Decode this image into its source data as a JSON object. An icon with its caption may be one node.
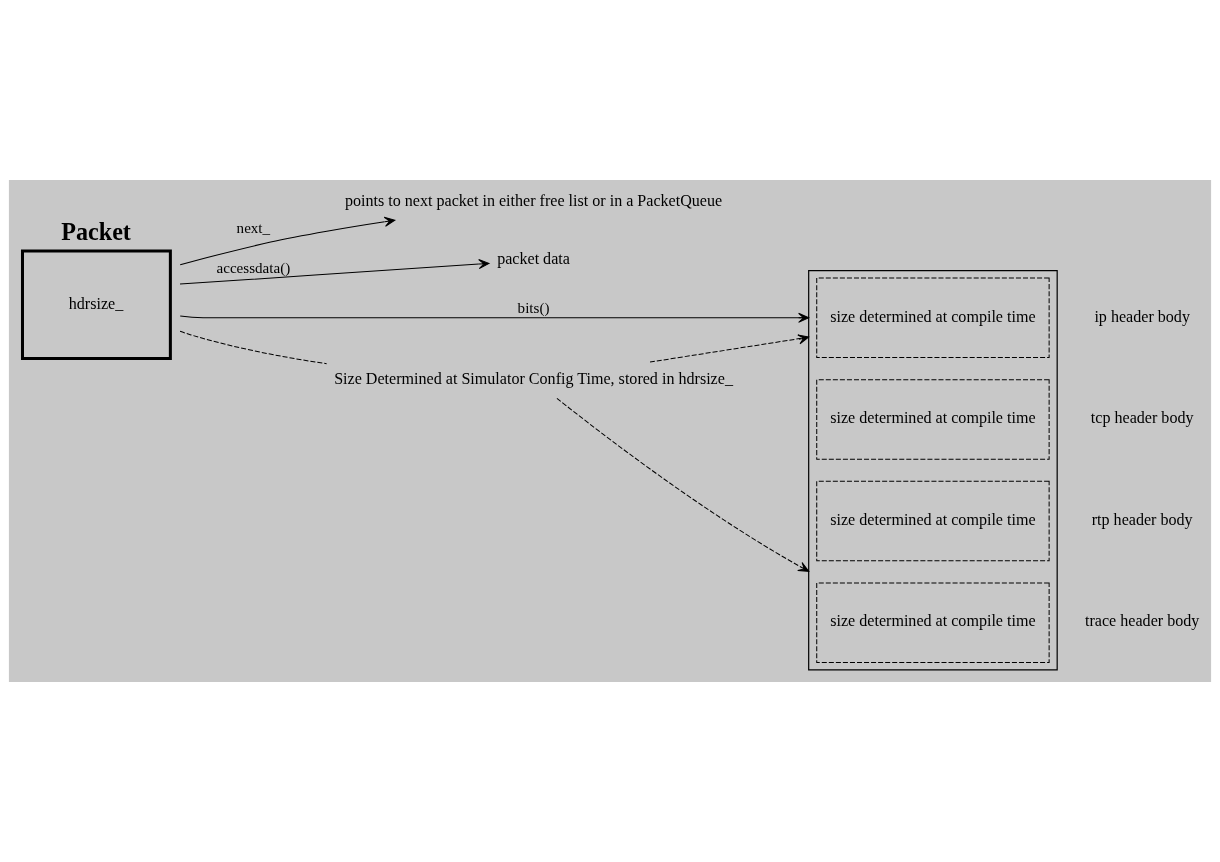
{
  "diagram": {
    "nodes": [
      {
        "text": [
          "Packet",
          "hdrsize_"
        ]
      },
      {
        "text": [
          "points to next packet in either free list or in a PacketQueue"
        ]
      },
      {
        "text": [
          "packet data"
        ]
      },
      {
        "text": [],
        "shape": "box"
      },
      {
        "text": [
          "size determined at compile time"
        ],
        "in": 3,
        "beside": [
          "ip header body"
        ]
      },
      {
        "text": [
          "size determined at compile time"
        ],
        "in": 3,
        "beside": [
          "tcp header body"
        ]
      },
      {
        "text": [
          "size determined at compile time"
        ],
        "in": 3,
        "beside": [
          "rtp header body"
        ]
      },
      {
        "text": [
          "size determined at compile time"
        ],
        "in": 3,
        "beside": [
          "trace header body"
        ]
      },
      {
        "text": [
          "Size Determined at Simulator Config Time, stored in hdrsize_"
        ]
      }
    ],
    "edges": [
      {
        "from": 0,
        "to": 1,
        "arrow": "to",
        "label": "next_"
      },
      {
        "from": 0,
        "to": 2,
        "arrow": "to",
        "label": "accessdata()"
      },
      {
        "from": 0,
        "to": 3,
        "arrow": "to",
        "label": "bits()"
      },
      {
        "from": 0,
        "to": 8,
        "arrow": "none",
        "style": "dashed"
      },
      {
        "from": 8,
        "to": 3,
        "arrow": "to",
        "style": "dashed"
      },
      {
        "from": 8,
        "to": 3,
        "arrow": "to",
        "style": "dashed"
      }
    ]
  }
}
